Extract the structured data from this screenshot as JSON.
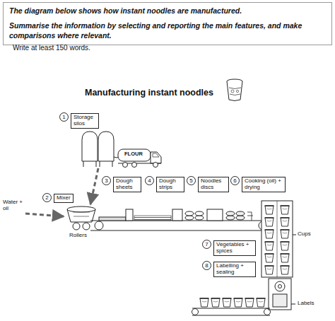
{
  "diagram": {
    "title": "Manufacturing instant noodles",
    "nodes": [
      {
        "text": [
          "The diagram below shows how instant noodles are manufactured.",
          "Summarise the information by selecting and reporting the main features, and make comparisons where relevant."
        ]
      },
      {
        "text": [
          "1",
          "Storage silos"
        ]
      },
      {
        "text": [
          "2",
          "Mixer"
        ]
      },
      {
        "text": [
          "3",
          "Dough sheets"
        ]
      },
      {
        "text": [
          "4",
          "Dough strips"
        ]
      },
      {
        "text": [
          "5",
          "Noodles discs"
        ]
      },
      {
        "text": [
          "6",
          "Cooking (oil) + drying"
        ]
      },
      {
        "text": [
          "7",
          "Vegetables + spices"
        ]
      },
      {
        "text": [
          "8",
          "Labelling + sealing"
        ]
      }
    ],
    "labels": [
      "Write at least 150 words.",
      "FLOUR",
      "Water + oil",
      "Rollers",
      "Cups",
      "Labels"
    ]
  }
}
